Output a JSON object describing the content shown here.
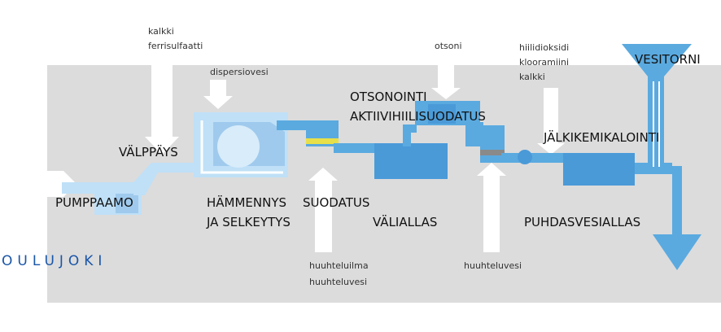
{
  "colors": {
    "background_panel": "#dcdcdc",
    "water_light": "#bfe0f7",
    "water_mid": "#9fcaed",
    "water_dark": "#5aaae0",
    "water_deep": "#4a9ad8",
    "filter_yellow": "#e8e04a",
    "filter_gray": "#8a8a8a",
    "river_text": "#1a56a8"
  },
  "river": {
    "name": "OULUJOKI"
  },
  "stages": {
    "pumppaamo": "PUMPPAAMO",
    "valppays": "VÄLPPÄYS",
    "hammennys_1": "HÄMMENNYS",
    "hammennys_2": "JA SELKEYTYS",
    "suodatus": "SUODATUS",
    "valiallas": "VÄLIALLAS",
    "otsonointi": "OTSONOINTI",
    "aktiivihiili": "AKTIIVIHIILISUODATUS",
    "jalkikemikalointi": "JÄLKIKEMIKALOINTI",
    "puhdasvesiallas": "PUHDASVESIALLAS",
    "vesitorni": "VESITORNI"
  },
  "inputs": {
    "kemikaalit_1": "kalkki",
    "kemikaalit_2": "ferrisulfaatti",
    "dispersiovesi": "dispersiovesi",
    "otsoni": "otsoni",
    "jalki_1": "hiilidioksidi",
    "jalki_2": "klooramiini",
    "jalki_3": "kalkki",
    "huuhtelu_1": "huuhteluilma",
    "huuhtelu_2": "huuhteluvesi",
    "huuhtelu_3": "huuhteluvesi"
  }
}
